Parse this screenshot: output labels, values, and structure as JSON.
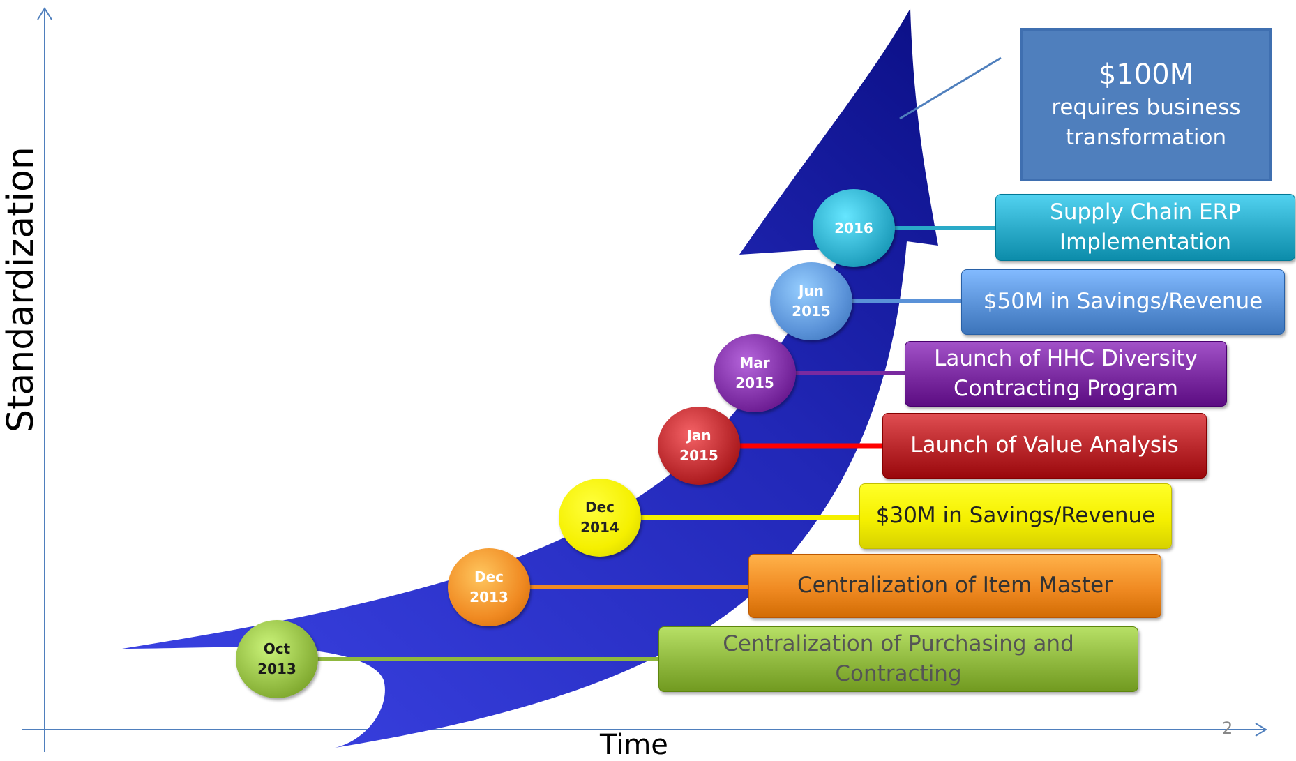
{
  "axes": {
    "y_label": "Standardization",
    "x_label": "Time",
    "page_number": "2"
  },
  "headline": {
    "amount": "$100M",
    "line1": "requires business",
    "line2": "transformation"
  },
  "milestones": [
    {
      "month": "Oct",
      "year": "2013",
      "line1": "Centralization of Purchasing and",
      "line2": "Contracting",
      "color": "#8fb83e",
      "text_color": "#555555"
    },
    {
      "month": "Dec",
      "year": "2013",
      "line1": "Centralization of Item Master",
      "line2": "",
      "color": "#f08a22",
      "text_color": "#333333"
    },
    {
      "month": "Dec",
      "year": "2014",
      "line1": "$30M in Savings/Revenue",
      "line2": "",
      "color": "#f5f000",
      "text_color": "#222222"
    },
    {
      "month": "Jan",
      "year": "2015",
      "line1": "Launch of Value Analysis",
      "line2": "",
      "color": "#b8262a",
      "text_color": "#ffffff",
      "line_color": "#ff0000"
    },
    {
      "month": "Mar",
      "year": "2015",
      "line1": "Launch of HHC Diversity",
      "line2": "Contracting Program",
      "color": "#7a2aa0",
      "text_color": "#ffffff"
    },
    {
      "month": "Jun",
      "year": "2015",
      "line1": "$50M in Savings/Revenue",
      "line2": "",
      "color": "#5a92d8",
      "text_color": "#ffffff"
    },
    {
      "month": "",
      "year": "2016",
      "line1": "Supply Chain ERP",
      "line2": "Implementation",
      "color": "#2aaac8",
      "text_color": "#ffffff"
    }
  ],
  "colors": {
    "arrow": "#2b2fc8",
    "axis": "#4f7fbd"
  }
}
